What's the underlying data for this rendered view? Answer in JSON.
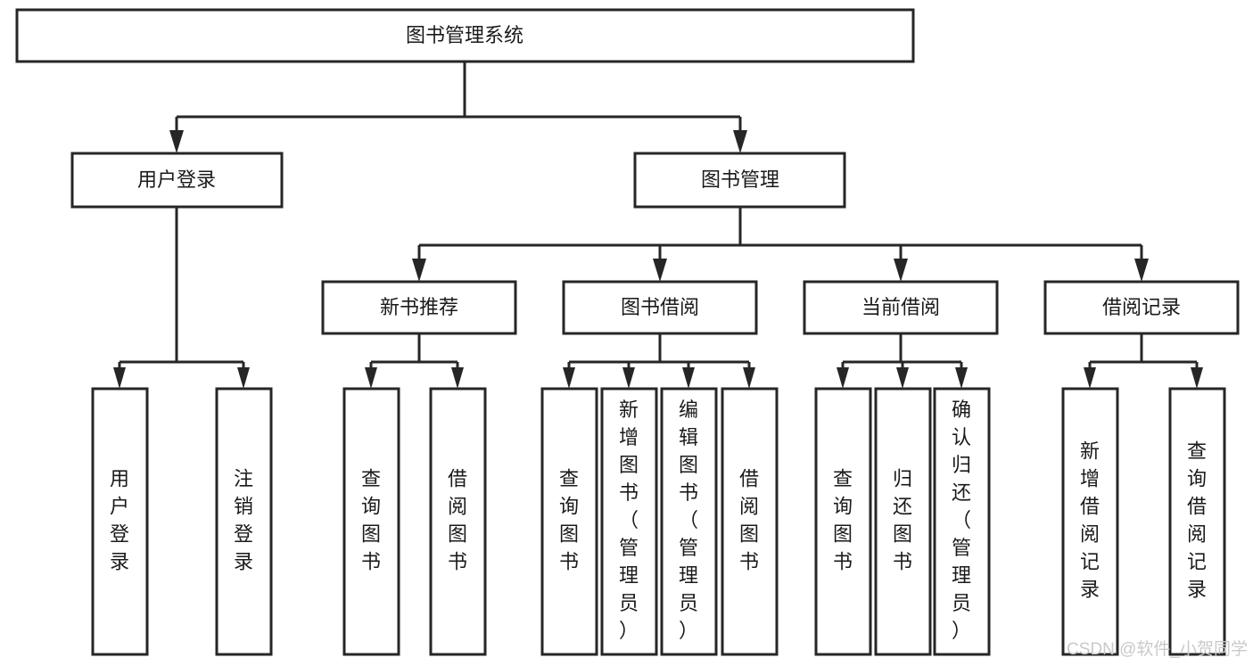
{
  "diagram": {
    "title": "图书管理系统",
    "type": "hierarchy-tree",
    "root": {
      "id": "root",
      "label": "图书管理系统",
      "orientation": "horizontal"
    },
    "level2": [
      {
        "id": "user-login",
        "label": "用户登录",
        "orientation": "horizontal"
      },
      {
        "id": "book-management",
        "label": "图书管理",
        "orientation": "horizontal"
      }
    ],
    "level3": [
      {
        "id": "new-book-recommend",
        "label": "新书推荐",
        "orientation": "horizontal",
        "parent": "book-management"
      },
      {
        "id": "book-borrow",
        "label": "图书借阅",
        "orientation": "horizontal",
        "parent": "book-management"
      },
      {
        "id": "current-borrow",
        "label": "当前借阅",
        "orientation": "horizontal",
        "parent": "book-management"
      },
      {
        "id": "borrow-record",
        "label": "借阅记录",
        "orientation": "horizontal",
        "parent": "book-management"
      }
    ],
    "leaves": [
      {
        "id": "leaf-user-login",
        "label": "用户登录",
        "orientation": "vertical",
        "parent": "user-login"
      },
      {
        "id": "leaf-user-logout",
        "label": "注销登录",
        "orientation": "vertical",
        "parent": "user-login"
      },
      {
        "id": "leaf-query-book-1",
        "label": "查询图书",
        "orientation": "vertical",
        "parent": "new-book-recommend"
      },
      {
        "id": "leaf-borrow-book-1",
        "label": "借阅图书",
        "orientation": "vertical",
        "parent": "new-book-recommend"
      },
      {
        "id": "leaf-query-book-2",
        "label": "查询图书",
        "orientation": "vertical",
        "parent": "book-borrow"
      },
      {
        "id": "leaf-add-book",
        "label": "新增图书（管理员）",
        "orientation": "vertical",
        "parent": "book-borrow"
      },
      {
        "id": "leaf-edit-book",
        "label": "编辑图书（管理员）",
        "orientation": "vertical",
        "parent": "book-borrow"
      },
      {
        "id": "leaf-borrow-book-2",
        "label": "借阅图书",
        "orientation": "vertical",
        "parent": "book-borrow"
      },
      {
        "id": "leaf-query-book-3",
        "label": "查询图书",
        "orientation": "vertical",
        "parent": "current-borrow"
      },
      {
        "id": "leaf-return-book",
        "label": "归还图书",
        "orientation": "vertical",
        "parent": "current-borrow"
      },
      {
        "id": "leaf-confirm-return",
        "label": "确认归还（管理员）",
        "orientation": "vertical",
        "parent": "current-borrow"
      },
      {
        "id": "leaf-add-record",
        "label": "新增借阅记录",
        "orientation": "vertical",
        "parent": "borrow-record"
      },
      {
        "id": "leaf-query-record",
        "label": "查询借阅记录",
        "orientation": "vertical",
        "parent": "borrow-record"
      }
    ]
  },
  "watermark": {
    "text": "CSDN @软件_小贺同学"
  },
  "colors": {
    "background": "#ffffff",
    "box_fill": "#ffffff",
    "box_stroke": "#262626",
    "text": "#1a1a1a",
    "connector": "#262626",
    "watermark": "#c9c9c9"
  }
}
